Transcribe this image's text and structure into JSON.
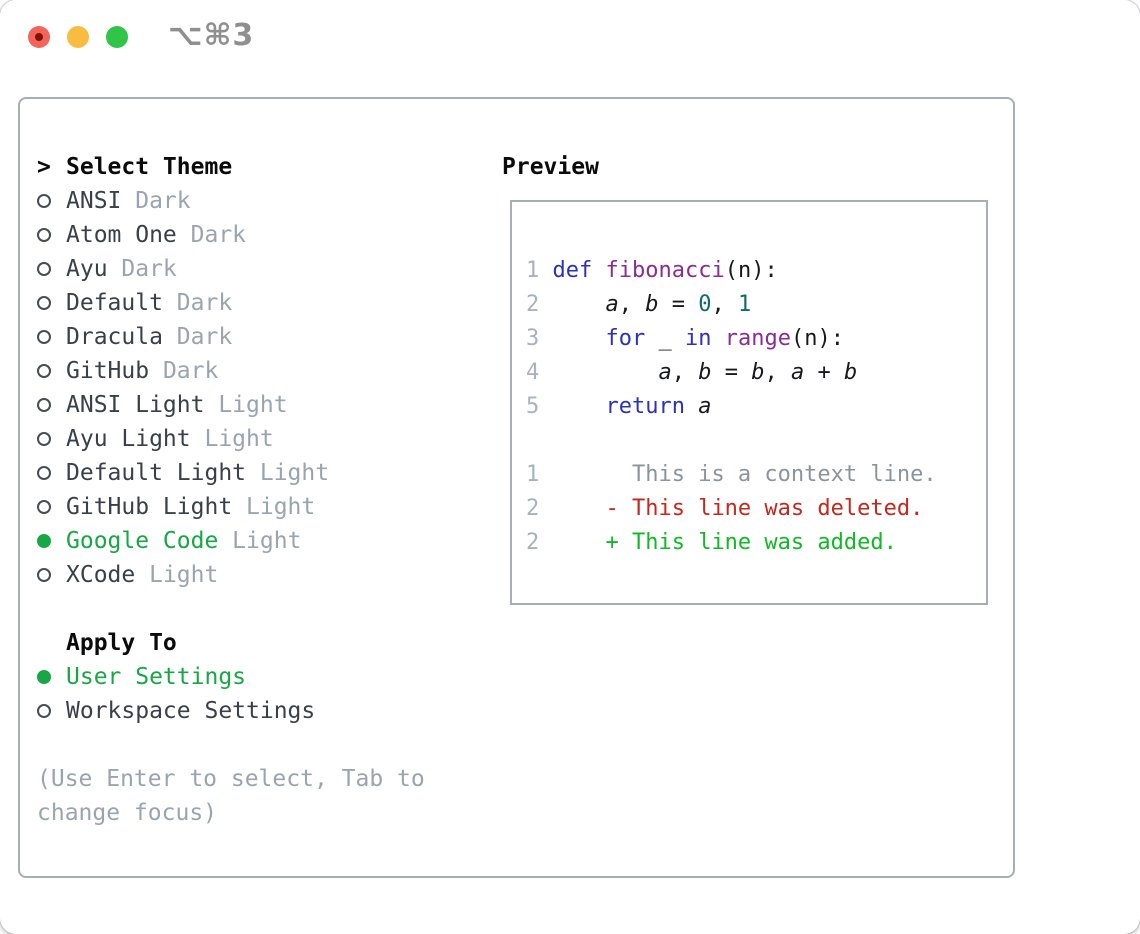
{
  "titlebar": {
    "shortcut": "⌥⌘3",
    "traffic_lights": [
      {
        "name": "close",
        "color": "#f3655b"
      },
      {
        "name": "minimize",
        "color": "#f8bd40"
      },
      {
        "name": "zoom",
        "color": "#30c546"
      }
    ]
  },
  "theme_panel": {
    "header": {
      "prompt": ">",
      "title": "Select Theme"
    },
    "themes": [
      {
        "name": "ANSI",
        "variant": "Dark",
        "selected": false
      },
      {
        "name": "Atom One",
        "variant": "Dark",
        "selected": false
      },
      {
        "name": "Ayu",
        "variant": "Dark",
        "selected": false
      },
      {
        "name": "Default",
        "variant": "Dark",
        "selected": false
      },
      {
        "name": "Dracula",
        "variant": "Dark",
        "selected": false
      },
      {
        "name": "GitHub",
        "variant": "Dark",
        "selected": false
      },
      {
        "name": "ANSI Light",
        "variant": "Light",
        "selected": false
      },
      {
        "name": "Ayu Light",
        "variant": "Light",
        "selected": false
      },
      {
        "name": "Default Light",
        "variant": "Light",
        "selected": false
      },
      {
        "name": "GitHub Light",
        "variant": "Light",
        "selected": false
      },
      {
        "name": "Google Code",
        "variant": "Light",
        "selected": true
      },
      {
        "name": "XCode",
        "variant": "Light",
        "selected": false
      }
    ],
    "apply_to": {
      "title": "Apply To",
      "options": [
        {
          "label": "User Settings",
          "selected": true
        },
        {
          "label": "Workspace Settings",
          "selected": false
        }
      ]
    },
    "help": [
      "(Use Enter to select, Tab to",
      "change focus)"
    ]
  },
  "preview": {
    "title": "Preview",
    "lines": [
      [
        {
          "c": "num",
          "t": "1 "
        },
        {
          "c": "kwd",
          "t": "def "
        },
        {
          "c": "fun",
          "t": "fibonacci"
        },
        {
          "c": "pln",
          "t": "(n):"
        }
      ],
      [
        {
          "c": "num",
          "t": "2 "
        },
        {
          "c": "pln",
          "t": "    "
        },
        {
          "c": "var",
          "t": "a"
        },
        {
          "c": "pln",
          "t": ", "
        },
        {
          "c": "var",
          "t": "b"
        },
        {
          "c": "pln",
          "t": " = "
        },
        {
          "c": "lit",
          "t": "0"
        },
        {
          "c": "pln",
          "t": ", "
        },
        {
          "c": "lit",
          "t": "1"
        }
      ],
      [
        {
          "c": "num",
          "t": "3 "
        },
        {
          "c": "pln",
          "t": "    "
        },
        {
          "c": "kwd",
          "t": "for"
        },
        {
          "c": "pln",
          "t": " _ "
        },
        {
          "c": "kwd",
          "t": "in"
        },
        {
          "c": "pln",
          "t": " "
        },
        {
          "c": "fun",
          "t": "range"
        },
        {
          "c": "pln",
          "t": "(n):"
        }
      ],
      [
        {
          "c": "num",
          "t": "4 "
        },
        {
          "c": "pln",
          "t": "        "
        },
        {
          "c": "var",
          "t": "a"
        },
        {
          "c": "pln",
          "t": ", "
        },
        {
          "c": "var",
          "t": "b"
        },
        {
          "c": "pln",
          "t": " = "
        },
        {
          "c": "var",
          "t": "b"
        },
        {
          "c": "pln",
          "t": ", "
        },
        {
          "c": "var",
          "t": "a"
        },
        {
          "c": "pln",
          "t": " + "
        },
        {
          "c": "var",
          "t": "b"
        }
      ],
      [
        {
          "c": "num",
          "t": "5 "
        },
        {
          "c": "pln",
          "t": "    "
        },
        {
          "c": "kwd",
          "t": "return "
        },
        {
          "c": "var",
          "t": "a"
        }
      ],
      [],
      [
        {
          "c": "num",
          "t": "1 "
        },
        {
          "c": "ctx",
          "t": "      This is a context line."
        }
      ],
      [
        {
          "c": "num",
          "t": "2 "
        },
        {
          "c": "del",
          "t": "    - This line was deleted."
        }
      ],
      [
        {
          "c": "num",
          "t": "2 "
        },
        {
          "c": "add",
          "t": "    + This line was added."
        }
      ]
    ]
  },
  "colors": {
    "accent_green": "#18a745",
    "diff_added": "#0fba25",
    "diff_deleted": "#c5271a",
    "diff_context": "#8b939d",
    "muted_text": "#9aa4b1",
    "line_number": "#a7b1c2",
    "keyword": "#2a32ba",
    "function_name": "#8a2c92",
    "literal": "#0e6a6c",
    "panel_border": "#a8aeb8"
  }
}
